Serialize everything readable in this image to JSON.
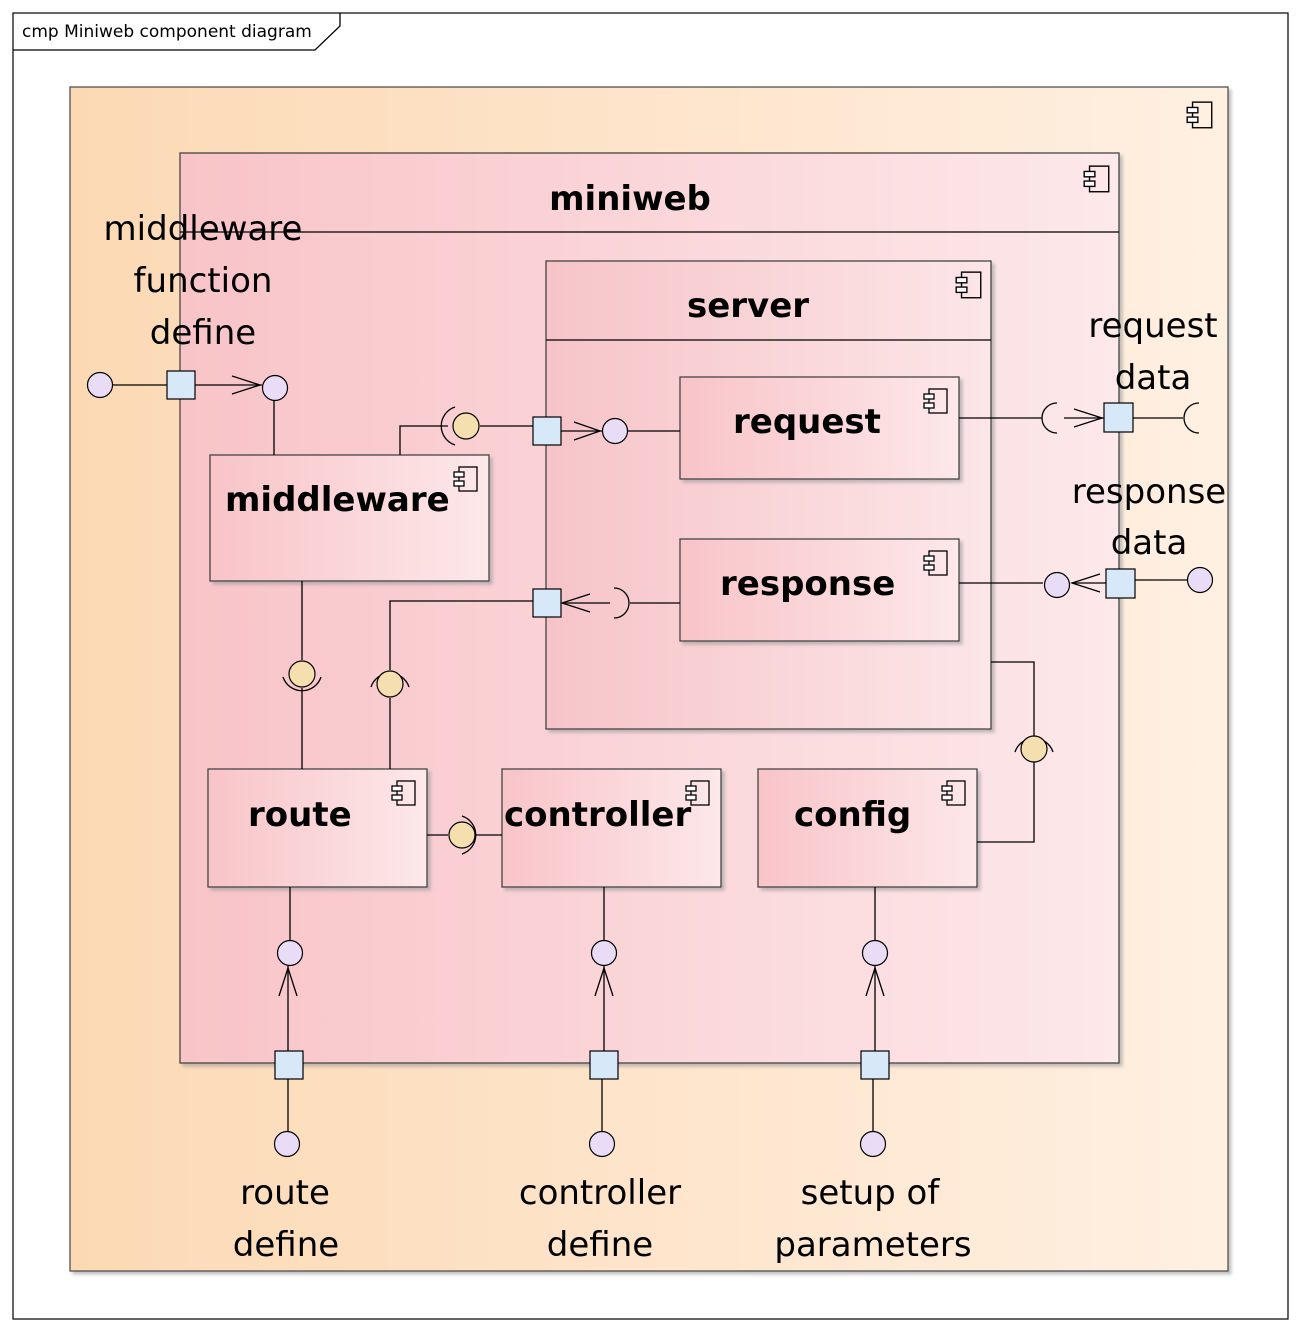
{
  "frame": {
    "title": "cmp Miniweb component diagram"
  },
  "components": {
    "miniweb": "miniweb",
    "server": "server",
    "request": "request",
    "response": "response",
    "middleware": "middleware",
    "route": "route",
    "controller": "controller",
    "config": "config"
  },
  "labels": {
    "middleware_function_define": [
      "middleware",
      "function",
      "define"
    ],
    "request_data": [
      "request",
      "data"
    ],
    "response_data": [
      "response",
      "data"
    ],
    "route_define": [
      "route",
      "define"
    ],
    "controller_define": [
      "controller",
      "define"
    ],
    "setup_of_parameters": [
      "setup of",
      "parameters"
    ]
  },
  "colors": {
    "outer_fill_left": "#fcd9b4",
    "outer_fill_right": "#fff0e2",
    "component_fill_left": "#f8c4c8",
    "component_fill_right": "#fde8ea",
    "port": "#d7e8f8",
    "provided_interface": "#e8dcf7",
    "required_interface": "#f6dfae"
  }
}
